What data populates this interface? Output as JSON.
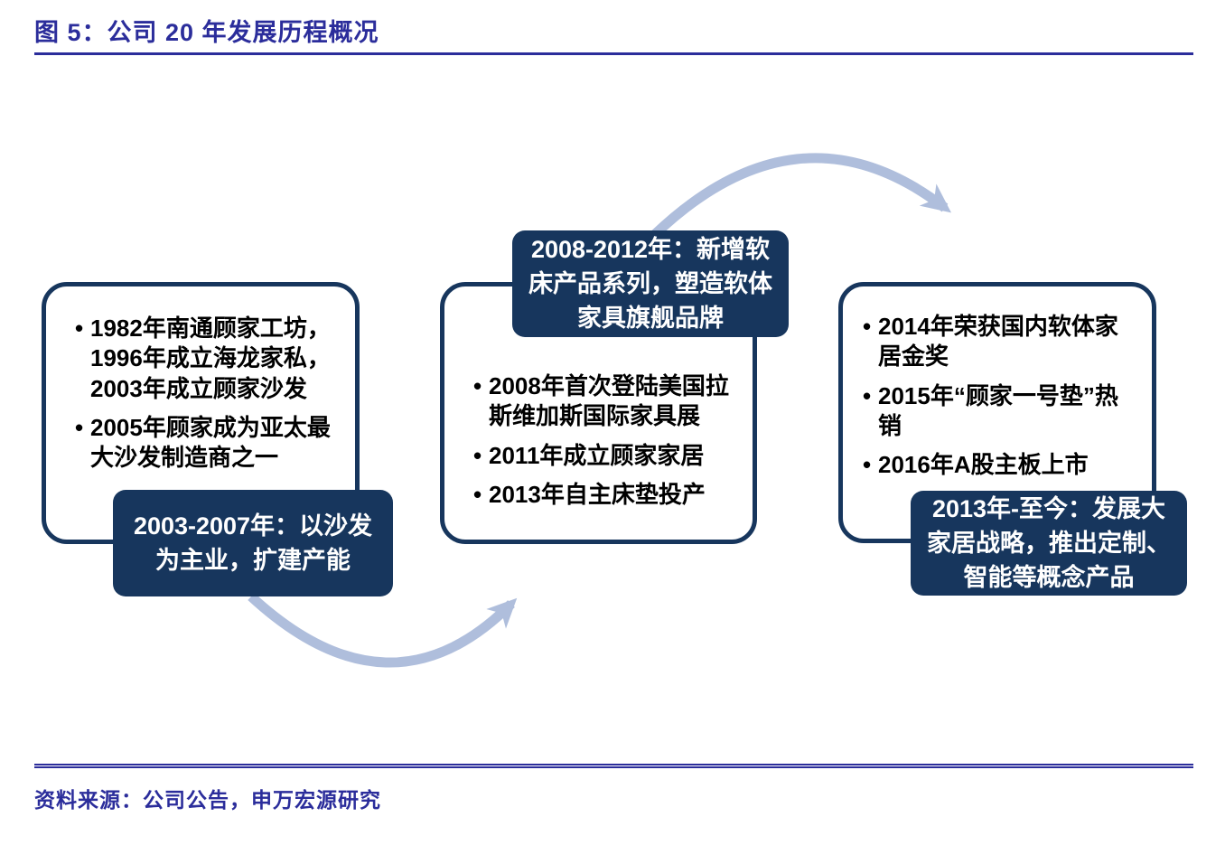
{
  "figure": {
    "title": "图 5：公司 20 年发展历程概况",
    "source": "资料来源：公司公告，申万宏源研究"
  },
  "colors": {
    "navy": "#17365D",
    "heading_blue": "#2B2D9B",
    "arrow_blue": "#AFBEDC",
    "body_text": "#000000"
  },
  "stages": [
    {
      "period_label": "2003-2007年：以沙发为主业，扩建产能",
      "bullets": [
        "1982年南通顾家工坊，1996年成立海龙家私，2003年成立顾家沙发",
        "2005年顾家成为亚太最大沙发制造商之一"
      ]
    },
    {
      "period_label": "2008-2012年：新增软床产品系列，塑造软体家具旗舰品牌",
      "bullets": [
        "2008年首次登陆美国拉斯维加斯国际家具展",
        "2011年成立顾家家居",
        "2013年自主床垫投产"
      ]
    },
    {
      "period_label": "2013年-至今：发展大家居战略，推出定制、智能等概念产品",
      "bullets": [
        "2014年荣获国内软体家居金奖",
        "2015年“顾家一号垫”热销",
        "2016年A股主板上市"
      ]
    }
  ],
  "arrows": [
    {
      "name": "curved-arrow-stage1-to-stage2"
    },
    {
      "name": "curved-arrow-stage2-to-stage3"
    }
  ]
}
